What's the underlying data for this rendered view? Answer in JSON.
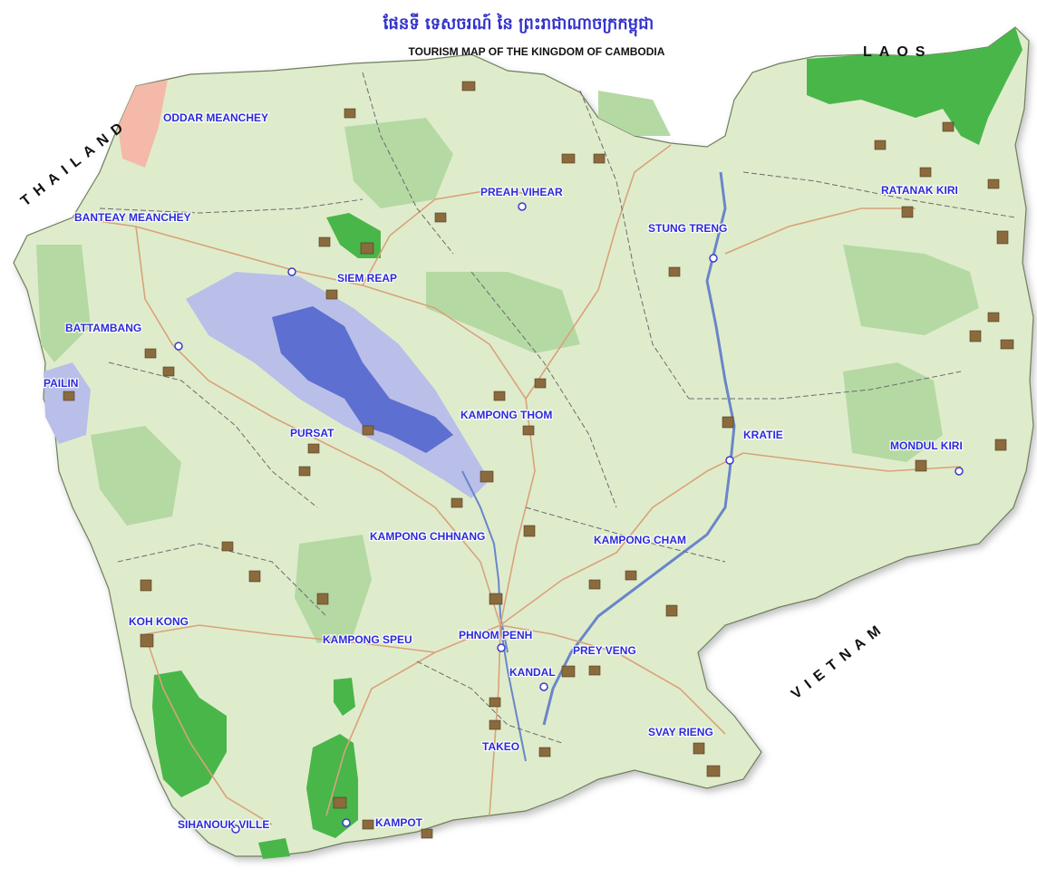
{
  "title": {
    "khmer": "ផែនទី ទេសចរណ៍ នៃ ព្រះរាជាណាចក្រកម្ពុជា",
    "english": "TOURISM MAP OF THE KINGDOM OF CAMBODIA"
  },
  "countries": {
    "thailand": "THAILAND",
    "laos": "LAOS",
    "vietnam": "VIETNAM"
  },
  "provinces": {
    "oddar_meanchey": "ODDAR MEANCHEY",
    "banteay_meanchey": "BANTEAY MEANCHEY",
    "siem_reap": "SIEM REAP",
    "preah_vihear": "PREAH VIHEAR",
    "stung_treng": "STUNG TRENG",
    "ratanak_kiri": "RATANAK KIRI",
    "battambang": "BATTAMBANG",
    "pailin": "PAILIN",
    "pursat": "PURSAT",
    "kampong_thom": "KAMPONG THOM",
    "kratie": "KRATIE",
    "mondul_kiri": "MONDUL KIRI",
    "kampong_chhnang": "KAMPONG CHHNANG",
    "kampong_cham": "KAMPONG CHAM",
    "koh_kong": "KOH KONG",
    "kampong_speu": "KAMPONG SPEU",
    "phnom_penh": "PHNOM PENH",
    "prey_veng": "PREY VENG",
    "kandal": "KANDAL",
    "svay_rieng": "SVAY RIENG",
    "takeo": "TAKEO",
    "sihanouk_ville": "SIHANOUK VILLE",
    "kampot": "KAMPOT"
  },
  "colors": {
    "land": "#dfeccc",
    "forest_light": "#b5d9a3",
    "forest_dark": "#49b64a",
    "lake_outer": "#b9bfe8",
    "lake_inner": "#5d6fd0",
    "river": "#6a86c8",
    "province_label": "#2a2ad8",
    "pink_area": "#f4b9a8"
  }
}
